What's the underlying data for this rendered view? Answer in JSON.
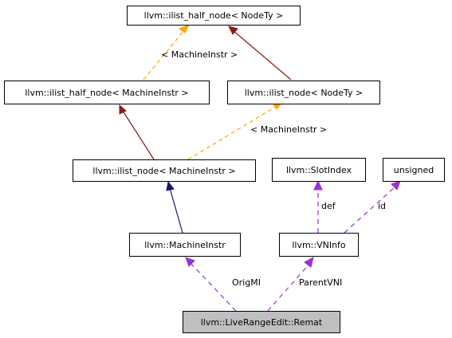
{
  "colors": {
    "inheritance": "#8b1a1a",
    "template_instance": "#ffa500",
    "public_inheritance": "#191970",
    "usage": "#9a32cd",
    "highlight_fill": "#bfbfbf"
  },
  "nodes": {
    "ilist_half_node_nodety": "llvm::ilist_half_node< NodeTy >",
    "ilist_half_node_machineinstr": "llvm::ilist_half_node< MachineInstr >",
    "ilist_node_nodety": "llvm::ilist_node< NodeTy >",
    "ilist_node_machineinstr": "llvm::ilist_node< MachineInstr >",
    "slotindex": "llvm::SlotIndex",
    "unsigned": "unsigned",
    "machineinstr": "llvm::MachineInstr",
    "vninfo": "llvm::VNInfo",
    "remat": "llvm::LiveRangeEdit::Remat"
  },
  "edge_labels": {
    "half_node_template_arg": "< MachineInstr >",
    "ilist_node_template_arg": "< MachineInstr >",
    "def": "def",
    "id": "id",
    "origmi": "OrigMI",
    "parentvni": "ParentVNI"
  }
}
